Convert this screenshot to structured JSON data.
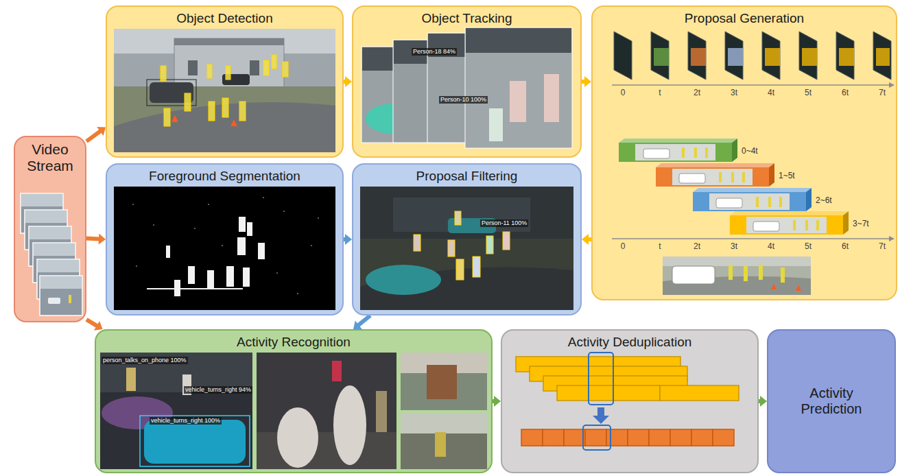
{
  "diagram": {
    "nodes": [
      {
        "text": [
          "Video Stream"
        ]
      },
      {
        "text": [
          "Object Detection"
        ]
      },
      {
        "text": [
          "Object Tracking"
        ]
      },
      {
        "text": [
          "Proposal Generation"
        ]
      },
      {
        "text": [
          "Foreground Segmentation"
        ]
      },
      {
        "text": [
          "Proposal Filtering"
        ]
      },
      {
        "text": [
          "Activity Recognition"
        ]
      },
      {
        "text": [
          "Activity Deduplication"
        ]
      },
      {
        "text": [
          "Activity Prediction"
        ]
      }
    ],
    "edges": [
      {
        "from": 0,
        "to": 1,
        "arrow": "to"
      },
      {
        "from": 0,
        "to": 4,
        "arrow": "to"
      },
      {
        "from": 0,
        "to": 6,
        "arrow": "to"
      },
      {
        "from": 1,
        "to": 2,
        "arrow": "to"
      },
      {
        "from": 2,
        "to": 3,
        "arrow": "to"
      },
      {
        "from": 3,
        "to": 5,
        "arrow": "to"
      },
      {
        "from": 4,
        "to": 5,
        "arrow": "to"
      },
      {
        "from": 5,
        "to": 6,
        "arrow": "to"
      },
      {
        "from": 6,
        "to": 7,
        "arrow": "to"
      },
      {
        "from": 7,
        "to": 8,
        "arrow": "to"
      }
    ],
    "labels": [
      "0",
      "t",
      "2t",
      "3t",
      "4t",
      "5t",
      "6t",
      "7t",
      "0~4t",
      "1~5t",
      "2~6t",
      "3~7t",
      "0",
      "t",
      "2t",
      "3t",
      "4t",
      "5t",
      "6t",
      "7t",
      "Person-18 84%",
      "Person-10 100%",
      "Person-11 100%",
      "person_talks_on_phone 100%",
      "vehicle_turns_right 94%",
      "vehicle_turns_right 100%"
    ]
  }
}
